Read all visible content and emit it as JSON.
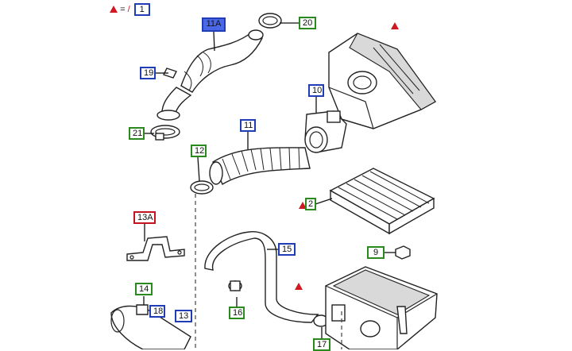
{
  "legend": {
    "equals": "=",
    "slash": "/",
    "ref": "1"
  },
  "callouts": {
    "c11a": "11A",
    "c20": "20",
    "c19": "19",
    "c10": "10",
    "c11": "11",
    "c21": "21",
    "c12": "12",
    "c2": "2",
    "c13a": "13A",
    "c15": "15",
    "c9": "9",
    "c14": "14",
    "c18": "18",
    "c13": "13",
    "c16": "16",
    "c17": "17"
  },
  "colors": {
    "green": "#2b8a1e",
    "blue": "#1f3db5",
    "red": "#c4141f",
    "warning": "#d01820"
  },
  "icons": [
    "warning-triangle-icon"
  ]
}
